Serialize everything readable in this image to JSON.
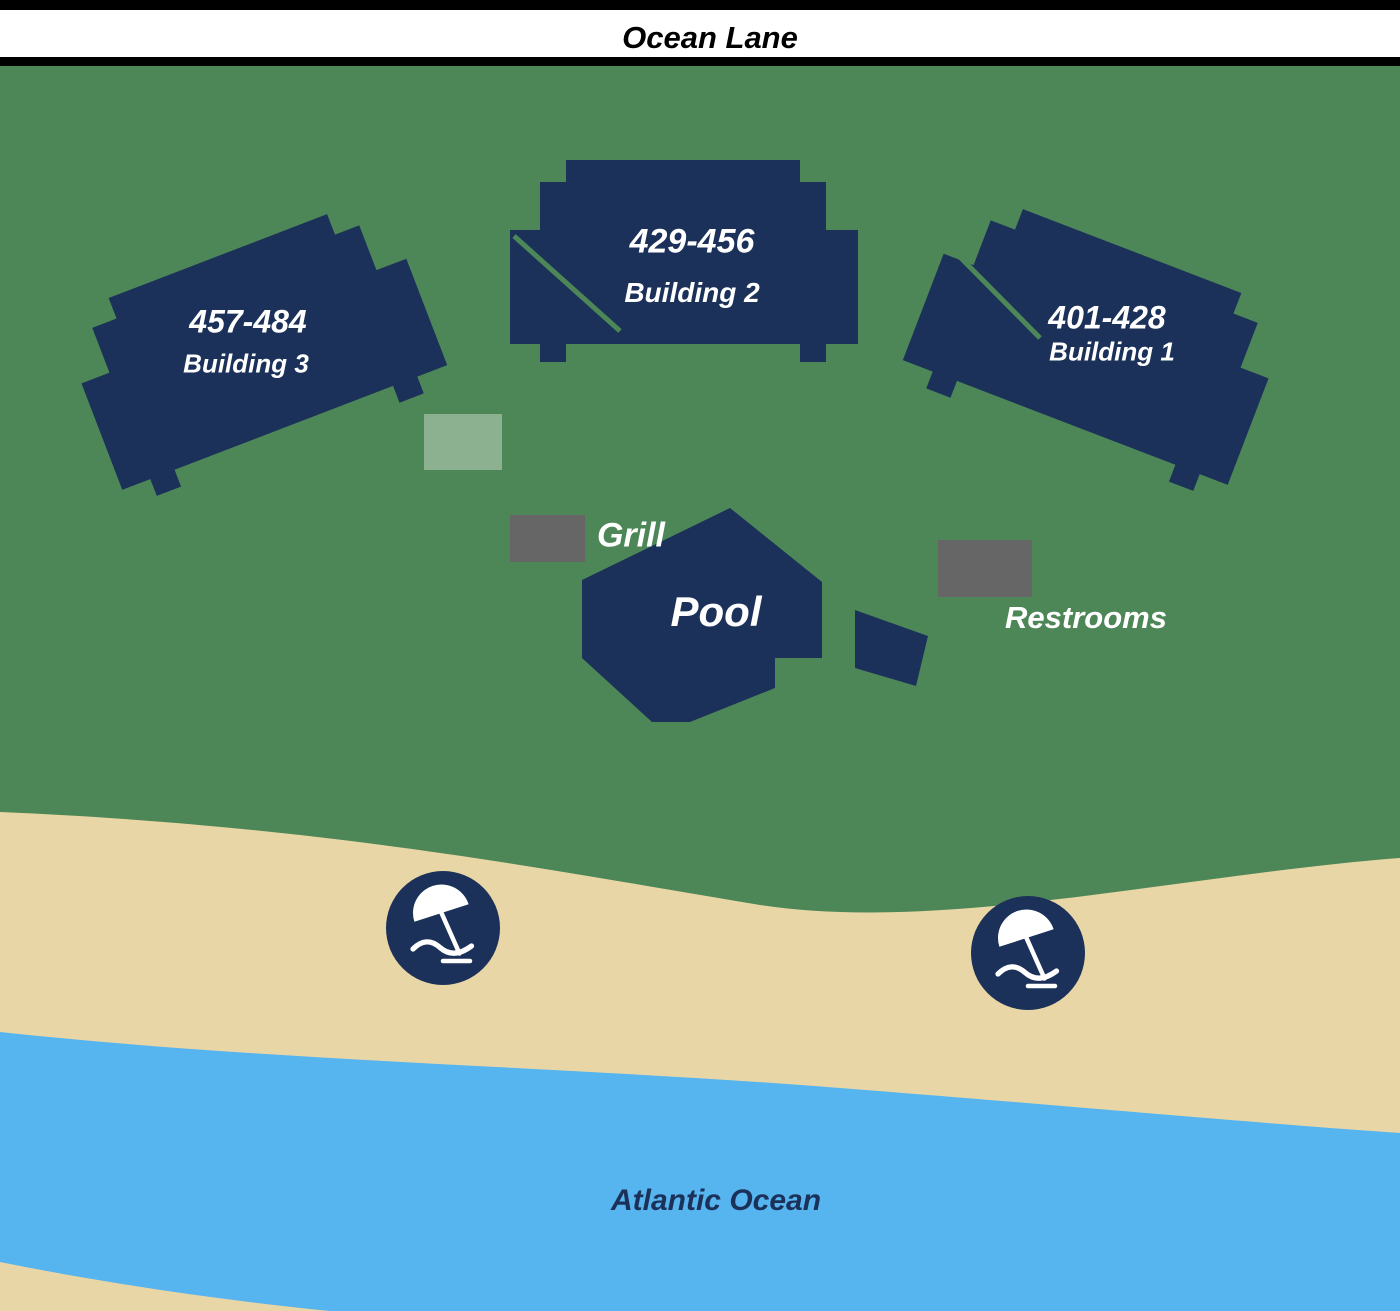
{
  "road": {
    "label": "Ocean Lane"
  },
  "buildings": [
    {
      "range": "457-484",
      "name": "Building 3"
    },
    {
      "range": "429-456",
      "name": "Building 2"
    },
    {
      "range": "401-428",
      "name": "Building 1"
    }
  ],
  "amenities": {
    "grill_label": "Grill",
    "pool_label": "Pool",
    "restrooms_label": "Restrooms"
  },
  "ocean": {
    "label": "Atlantic Ocean"
  },
  "icons": {
    "beach_marker": "umbrella-lounge-chair-icon"
  },
  "colors": {
    "grass": "#4e8757",
    "building": "#1b3159",
    "sand": "#e9d6a6",
    "water": "#56b4ef",
    "structure_gray": "#666666",
    "road_white": "#ffffff",
    "road_border_black": "#000000",
    "label_white": "#ffffff"
  }
}
